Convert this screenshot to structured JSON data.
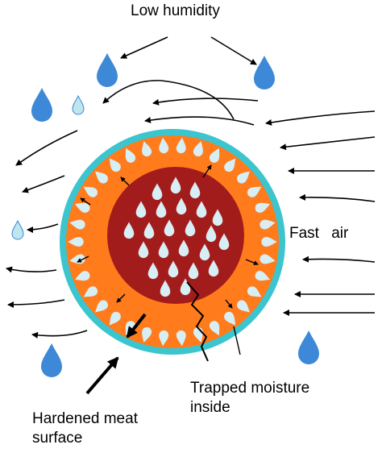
{
  "labels": {
    "low_humidity": "Low humidity",
    "fast_air": "Fast air",
    "trapped_moisture_line1": "Trapped moisture",
    "trapped_moisture_line2": "inside",
    "hardened_surface_line1": "Hardened meat",
    "hardened_surface_line2": "surface"
  },
  "colors": {
    "outer_skin": "#3cc4cf",
    "outer_meat": "#ff7b1c",
    "inner_core": "#a31c1c",
    "droplet_outside": "#3d89d8",
    "droplet_small": "#bfe6ee",
    "droplet_inside": "#d7eef4",
    "arrows": "#000000"
  },
  "icons": {
    "droplet": "water-drop-icon"
  }
}
